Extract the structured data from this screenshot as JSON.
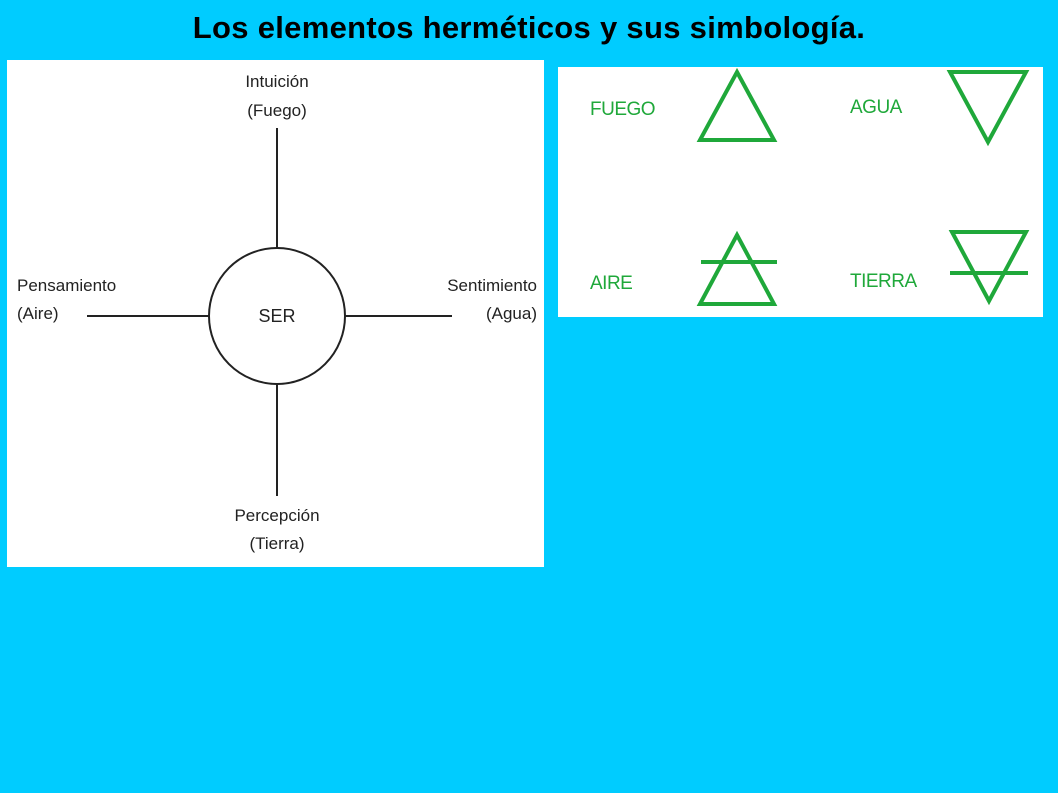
{
  "title": "Los elementos herméticos y sus simbología.",
  "diagram": {
    "center": "SER",
    "top": {
      "line1": "Intuición",
      "line2": "(Fuego)"
    },
    "left": {
      "line1": "Pensamiento",
      "line2": "(Aire)"
    },
    "right": {
      "line1": "Sentimiento",
      "line2": "(Agua)"
    },
    "bottom": {
      "line1": "Percepción",
      "line2": "(Tierra)"
    }
  },
  "symbols": {
    "color": "#1fa83a",
    "items": [
      {
        "label": "FUEGO",
        "icon": "fire-triangle-icon"
      },
      {
        "label": "AGUA",
        "icon": "water-inverted-triangle-icon"
      },
      {
        "label": "AIRE",
        "icon": "air-triangle-bar-icon"
      },
      {
        "label": "TIERRA",
        "icon": "earth-inverted-triangle-bar-icon"
      }
    ]
  }
}
